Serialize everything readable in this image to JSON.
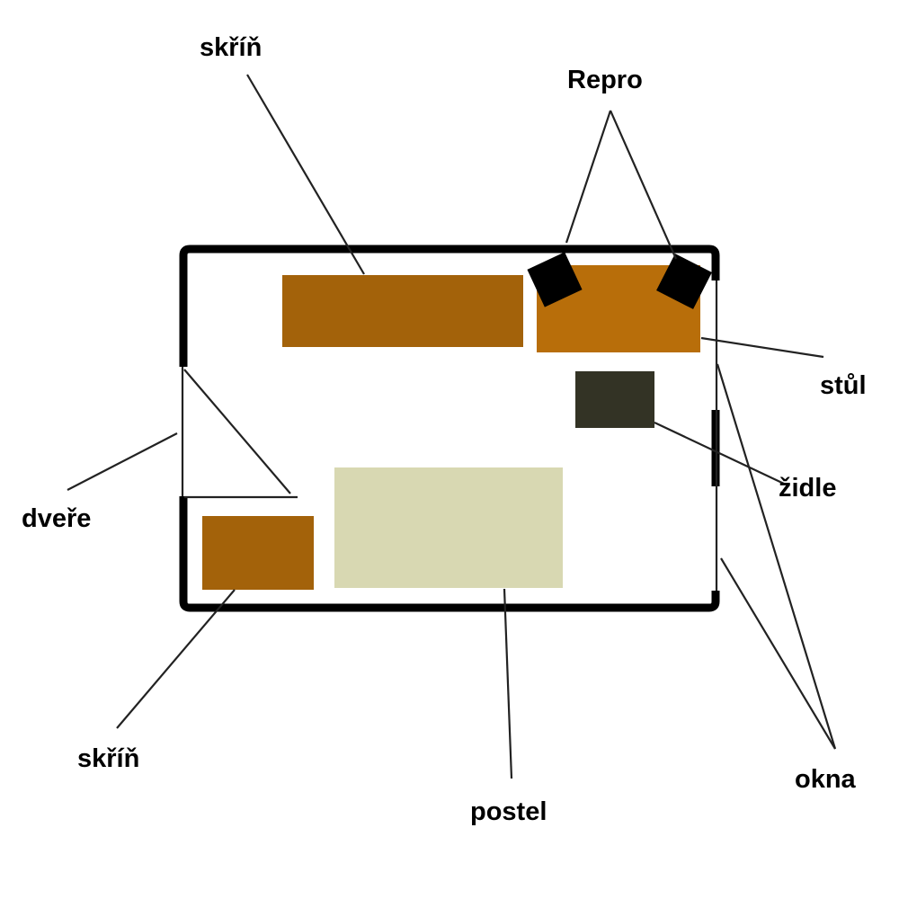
{
  "title": "Room layout",
  "labels": {
    "wardrobe_top": "skříň",
    "speakers": "Repro",
    "desk": "stůl",
    "chair": "židle",
    "door": "dveře",
    "wardrobe_bottom": "skříň",
    "bed": "postel",
    "windows": "okna"
  },
  "colors": {
    "wardrobe": "#a3620a",
    "desk": "#b86e0a",
    "chair": "#333325",
    "bed": "#d8d8b2",
    "speaker": "#000000",
    "wall": "#000000"
  }
}
